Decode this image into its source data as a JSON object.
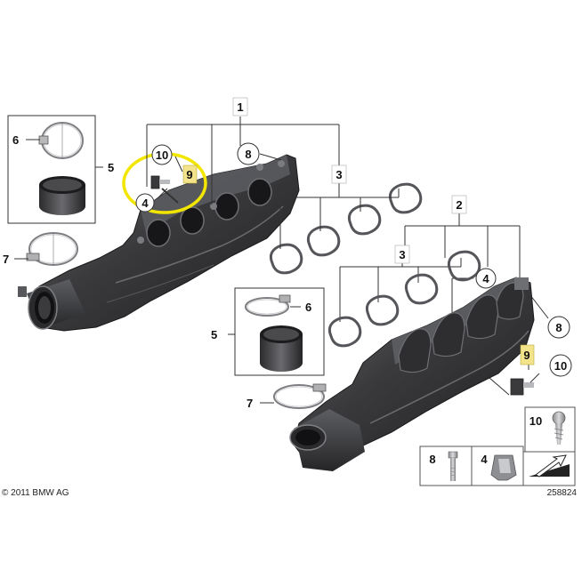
{
  "callouts": {
    "c1": "1",
    "c2": "2",
    "c3a": "3",
    "c3b": "3",
    "c4a": "4",
    "c4b": "4",
    "c5a": "5",
    "c5b": "5",
    "c6a": "6",
    "c6b": "6",
    "c7a": "7",
    "c7b": "7",
    "c8a": "8",
    "c8b": "8",
    "c9a": "9",
    "c9b": "9",
    "c10a": "10",
    "c10b": "10"
  },
  "legend": {
    "l10": "10",
    "l8": "8",
    "l4": "4"
  },
  "footer": {
    "copyright": "© 2011 BMW AG",
    "diagram_number": "258824"
  },
  "colors": {
    "highlight_ring": "#f2e600",
    "highlight_box": "#f3e38a",
    "part_dark": "#3a3a3c",
    "line": "#333333"
  }
}
